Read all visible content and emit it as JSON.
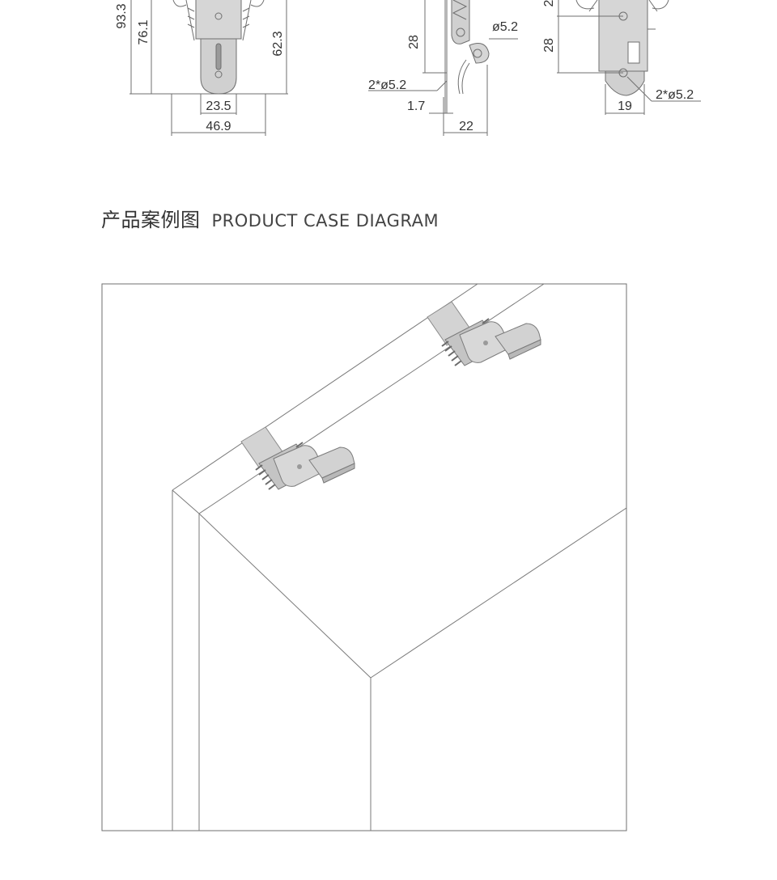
{
  "colors": {
    "line": "#6f6f6f",
    "metal_fill": "#cfcfcf",
    "metal_dark": "#a8a8a8",
    "strap_fill": "#d3d3d3",
    "text": "#333333"
  },
  "dimensions": {
    "d_93_3": "93.3",
    "d_76_1": "76.1",
    "d_62_3": "62.3",
    "d_23_5": "23.5",
    "d_46_9": "46.9",
    "d_28_side": "28",
    "d_phi_5_2": "ø5.2",
    "d_2x_phi_5_2_side": "2*ø5.2",
    "d_1_7": "1.7",
    "d_22": "22",
    "d_28_back": "28",
    "d_2x_phi_5_2_back": "2*ø5.2",
    "d_19": "19",
    "d_cut": "2"
  },
  "section": {
    "title_cn": "产品案例图",
    "title_en": "PRODUCT CASE DIAGRAM"
  },
  "icons": {
    "latch": "toggle-latch-icon",
    "box": "wooden-box-illustration"
  }
}
